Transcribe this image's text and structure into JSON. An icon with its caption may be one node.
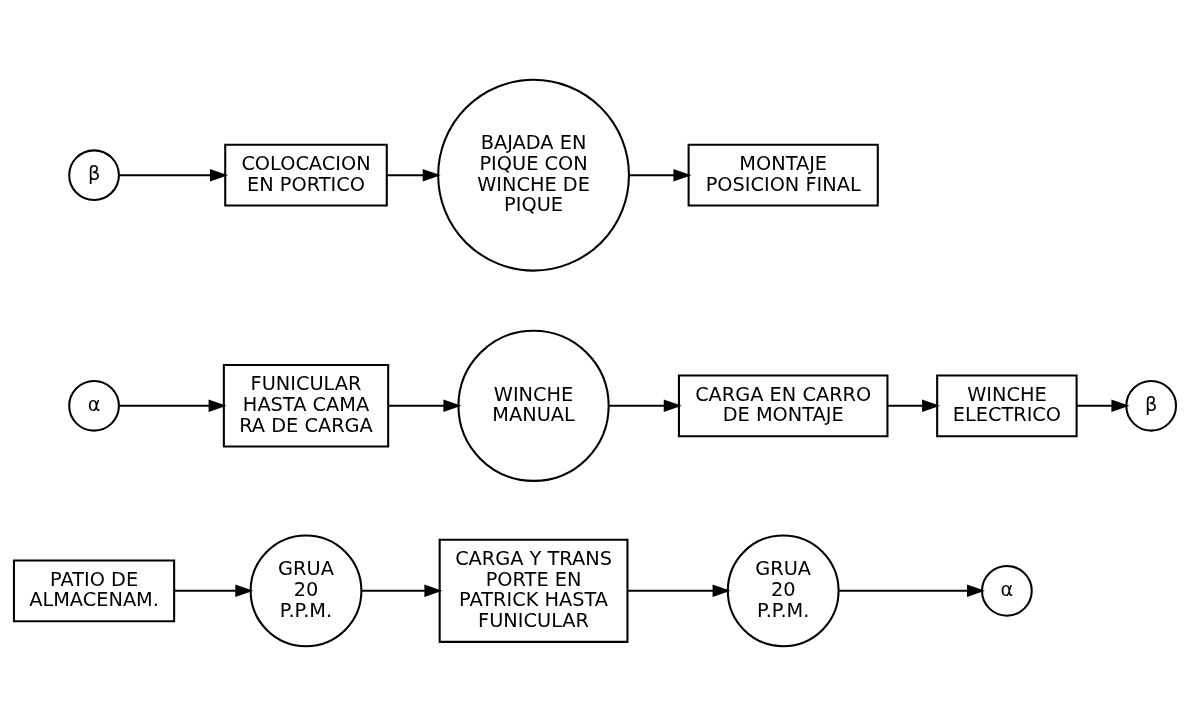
{
  "diagram": {
    "nodes": [
      {
        "text": [
          "PATIO DE ALMACENAM."
        ]
      },
      {
        "text": [
          "GRUA 20 P.P.M."
        ]
      },
      {
        "text": [
          "CARGA Y TRANS PORTE EN PATRICK HASTA FUNICULAR"
        ]
      },
      {
        "text": [
          "GRUA 20 P.P.M."
        ]
      },
      {
        "text": [
          "α"
        ]
      },
      {
        "text": [
          "α"
        ]
      },
      {
        "text": [
          "FUNICULAR HASTA CAMA RA DE CARGA"
        ]
      },
      {
        "text": [
          "WINCHE MANUAL"
        ]
      },
      {
        "text": [
          "CARGA EN CARRO DE MONTAJE"
        ]
      },
      {
        "text": [
          "WINCHE ELECTRICO"
        ]
      },
      {
        "text": [
          "β"
        ]
      },
      {
        "text": [
          "β"
        ]
      },
      {
        "text": [
          "COLOCACION EN PORTICO"
        ]
      },
      {
        "text": [
          "BAJADA EN PIQUE CON WINCHE DE PIQUE"
        ]
      },
      {
        "text": [
          "MONTAJE",
          "POSICION FINAL"
        ]
      }
    ],
    "edges": [
      {
        "from": 0,
        "to": 1,
        "arrow": "to"
      },
      {
        "from": 1,
        "to": 2,
        "arrow": "to"
      },
      {
        "from": 2,
        "to": 3,
        "arrow": "to"
      },
      {
        "from": 3,
        "to": 4,
        "arrow": "to"
      },
      {
        "from": 5,
        "to": 6,
        "arrow": "to"
      },
      {
        "from": 6,
        "to": 7,
        "arrow": "to"
      },
      {
        "from": 7,
        "to": 8,
        "arrow": "to"
      },
      {
        "from": 8,
        "to": 9,
        "arrow": "to"
      },
      {
        "from": 9,
        "to": 10,
        "arrow": "to"
      },
      {
        "from": 11,
        "to": 12,
        "arrow": "to"
      },
      {
        "from": 12,
        "to": 13,
        "arrow": "to"
      },
      {
        "from": 13,
        "to": 14,
        "arrow": "to"
      }
    ]
  }
}
